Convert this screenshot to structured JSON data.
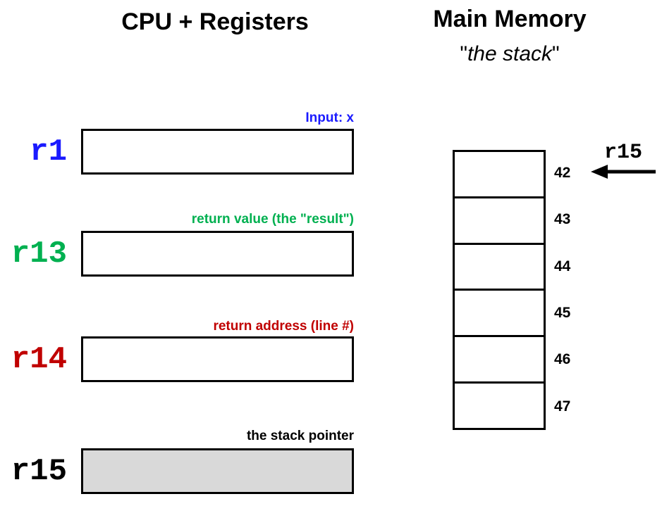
{
  "left_panel": {
    "title": "CPU + Registers",
    "registers": [
      {
        "name": "r1",
        "annotation": "Input: x",
        "color": "#1a1aff",
        "box_filled": false
      },
      {
        "name": "r13",
        "annotation": "return value (the \"result\")",
        "color": "#00b050",
        "box_filled": false
      },
      {
        "name": "r14",
        "annotation": "return address (line #)",
        "color": "#c00000",
        "box_filled": false
      },
      {
        "name": "r15",
        "annotation": "the stack pointer",
        "color": "#000000",
        "box_filled": true
      }
    ],
    "filled_box_color": "#d9d9d9"
  },
  "right_panel": {
    "title": "Main Memory",
    "subtitle_quote_open": "\"",
    "subtitle_word": "the stack",
    "subtitle_quote_close": "\"",
    "memory_cells": [
      {
        "address": "42"
      },
      {
        "address": "43"
      },
      {
        "address": "44"
      },
      {
        "address": "45"
      },
      {
        "address": "46"
      },
      {
        "address": "47"
      }
    ],
    "pointer_label": "r15"
  }
}
